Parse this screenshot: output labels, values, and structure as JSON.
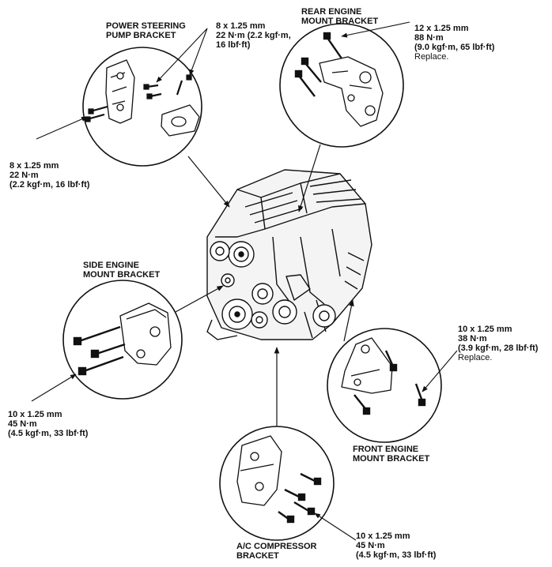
{
  "labels": {
    "ps_bracket": {
      "line1": "POWER STEERING",
      "line2": "PUMP BRACKET"
    },
    "ps_bolt_top": {
      "line1": "8 x 1.25 mm",
      "line2": "22 N·m (2.2 kgf·m,",
      "line3": "16 lbf·ft)"
    },
    "ps_bolt_left": {
      "line1": "8 x 1.25 mm",
      "line2": "22 N·m",
      "line3": "(2.2 kgf·m, 16 lbf·ft)"
    },
    "rear_mount": {
      "line1": "REAR ENGINE",
      "line2": "MOUNT BRACKET"
    },
    "rear_bolt": {
      "line1": "12 x 1.25 mm",
      "line2": "88 N·m",
      "line3": "(9.0 kgf·m, 65 lbf·ft)",
      "line4": "Replace."
    },
    "side_mount": {
      "line1": "SIDE ENGINE",
      "line2": "MOUNT BRACKET"
    },
    "side_bolt": {
      "line1": "10 x 1.25 mm",
      "line2": "45 N·m",
      "line3": "(4.5 kgf·m, 33 lbf·ft)"
    },
    "front_bolt": {
      "line1": "10 x 1.25 mm",
      "line2": "38 N·m",
      "line3": "(3.9 kgf·m, 28 lbf·ft)",
      "line4": "Replace."
    },
    "front_mount": {
      "line1": "FRONT ENGINE",
      "line2": "MOUNT BRACKET"
    },
    "ac_bolt": {
      "line1": "10 x 1.25 mm",
      "line2": "45 N·m",
      "line3": "(4.5 kgf·m, 33 lbf·ft)"
    },
    "ac_bracket": {
      "line1": "A/C COMPRESSOR",
      "line2": "BRACKET"
    }
  }
}
